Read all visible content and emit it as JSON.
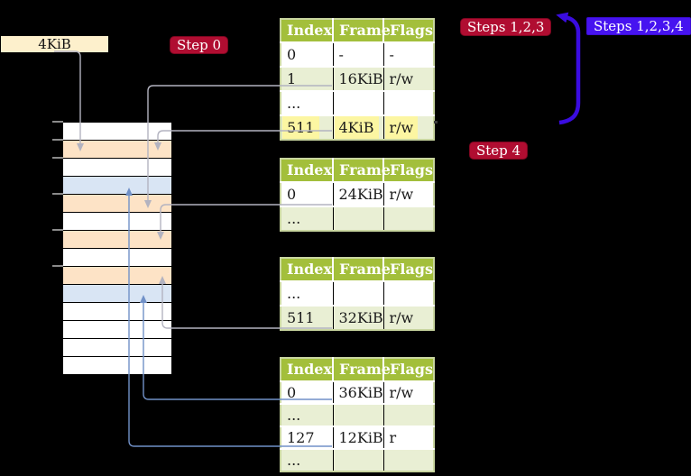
{
  "labels": {
    "frame_size": "4KiB",
    "step0": "Step 0",
    "steps123": "Steps 1,2,3",
    "steps1234": "Steps 1,2,3,4",
    "step4": "Step 4"
  },
  "tables": [
    {
      "headers": [
        "Index",
        "Frame",
        "Flags"
      ],
      "rows": [
        {
          "index": "0",
          "frame": "-",
          "flags": "-"
        },
        {
          "index": "1",
          "frame": "16KiB",
          "flags": "r/w"
        },
        {
          "index": "...",
          "frame": "",
          "flags": ""
        },
        {
          "index": "511",
          "frame": "4KiB",
          "flags": "r/w"
        }
      ]
    },
    {
      "headers": [
        "Index",
        "Frame",
        "Flags"
      ],
      "rows": [
        {
          "index": "0",
          "frame": "24KiB",
          "flags": "r/w"
        },
        {
          "index": "...",
          "frame": "",
          "flags": ""
        }
      ]
    },
    {
      "headers": [
        "Index",
        "Frame",
        "Flags"
      ],
      "rows": [
        {
          "index": "...",
          "frame": "",
          "flags": ""
        },
        {
          "index": "511",
          "frame": "32KiB",
          "flags": "r/w"
        }
      ]
    },
    {
      "headers": [
        "Index",
        "Frame",
        "Flags"
      ],
      "rows": [
        {
          "index": "0",
          "frame": "36KiB",
          "flags": "r/w"
        },
        {
          "index": "...",
          "frame": "",
          "flags": ""
        },
        {
          "index": "127",
          "frame": "12KiB",
          "flags": "r"
        },
        {
          "index": "...",
          "frame": "",
          "flags": ""
        }
      ]
    }
  ],
  "memory": {
    "rows": [
      "white",
      "orange",
      "white",
      "blue",
      "orange",
      "white",
      "orange",
      "white",
      "orange",
      "blue",
      "white",
      "white",
      "white",
      "white"
    ]
  },
  "colors": {
    "background": "#000000",
    "table_header_bg": "#a3bf3b",
    "table_row_green": "#e9efd4",
    "table_border": "#c9d6a0",
    "highlight_yellow": "#fcf6a2",
    "label_cream_bg": "#fdf0cc",
    "badge_red_bg": "#b00d31",
    "badge_blue_bg": "#4613f0",
    "mem_orange": "#fde3c6",
    "mem_blue": "#d9e5f4",
    "connector_gray": "#b3b3c0",
    "connector_blue": "#7191c8",
    "big_arrow_blue": "#3a0ce0"
  }
}
